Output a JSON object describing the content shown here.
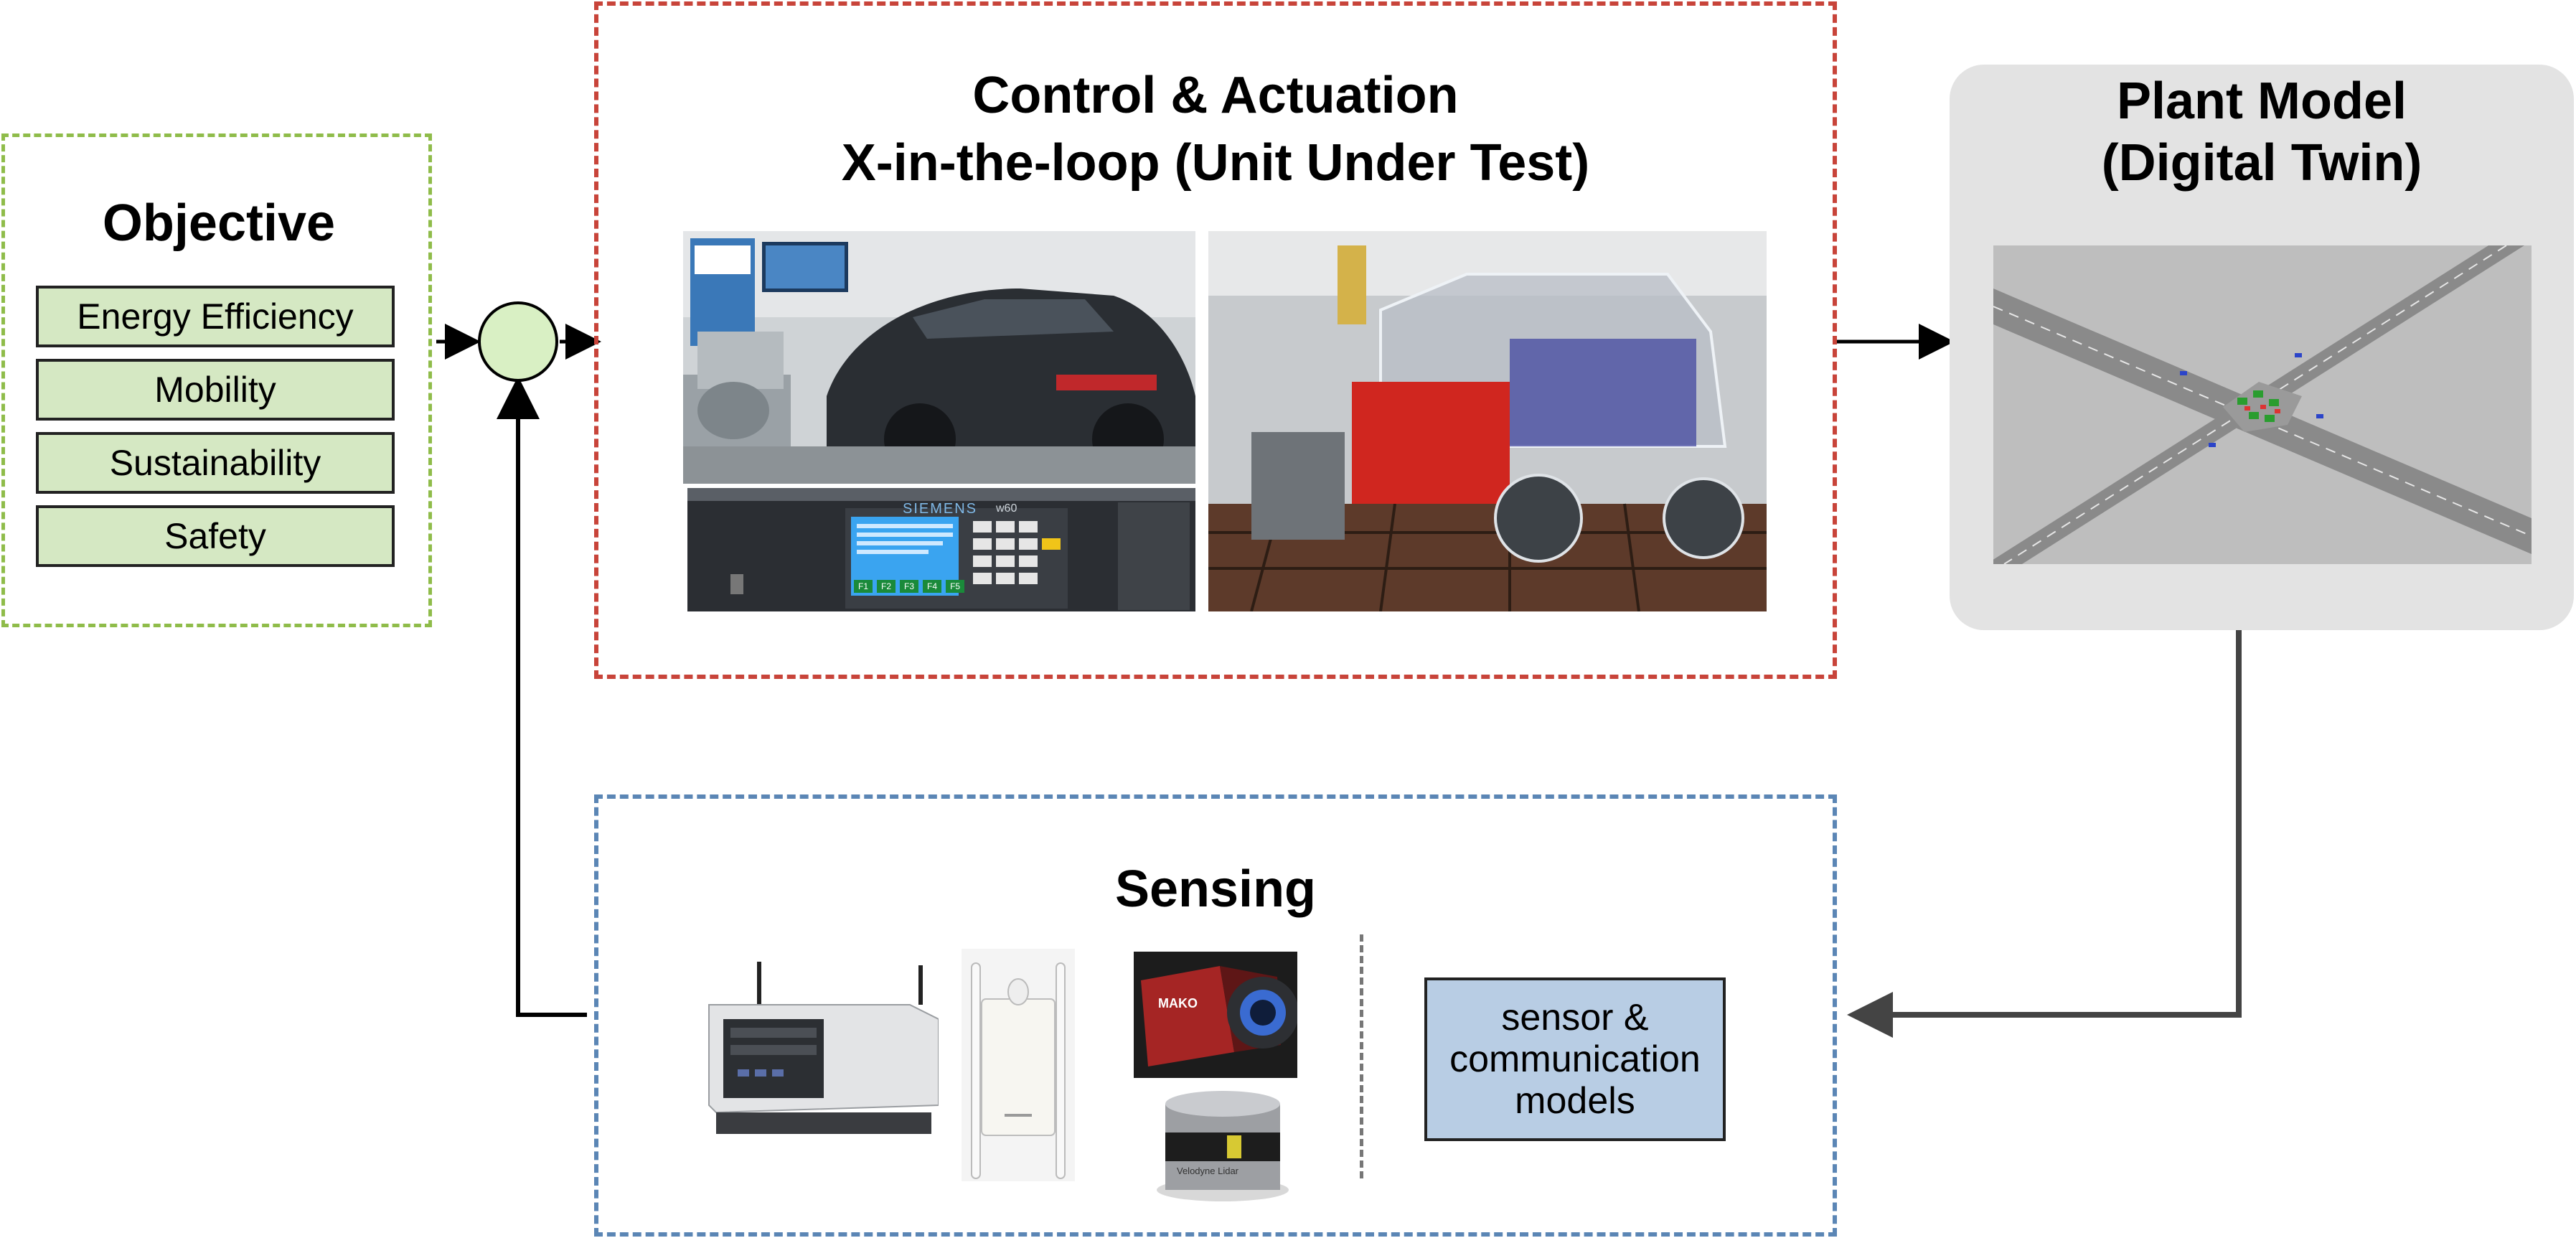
{
  "objective": {
    "title": "Objective",
    "items": [
      {
        "label": "Energy Efficiency"
      },
      {
        "label": "Mobility"
      },
      {
        "label": "Sustainability"
      },
      {
        "label": "Safety"
      }
    ]
  },
  "control": {
    "title_line1": "Control & Actuation",
    "title_line2": "X-in-the-loop (Unit Under Test)",
    "controller_brand": "SIEMENS",
    "controller_model": "w60",
    "controller_keys": [
      "F1",
      "F2",
      "F3",
      "F4",
      "F5"
    ]
  },
  "plant": {
    "title_line1": "Plant Model",
    "title_line2": "(Digital Twin)"
  },
  "sensing": {
    "title": "Sensing",
    "model_lines": [
      "sensor &",
      "communication",
      "models"
    ],
    "camera_brand": "MAKO",
    "lidar_brand": "Velodyne Lidar"
  },
  "colors": {
    "objective_border": "#8fbc4a",
    "objective_item_fill": "#d5e8c3",
    "control_border": "#c8443a",
    "sensing_border": "#5b86b5",
    "plant_fill": "#e3e3e3",
    "model_fill": "#b8cde4",
    "summing_junction_fill": "#d9f0c4"
  }
}
